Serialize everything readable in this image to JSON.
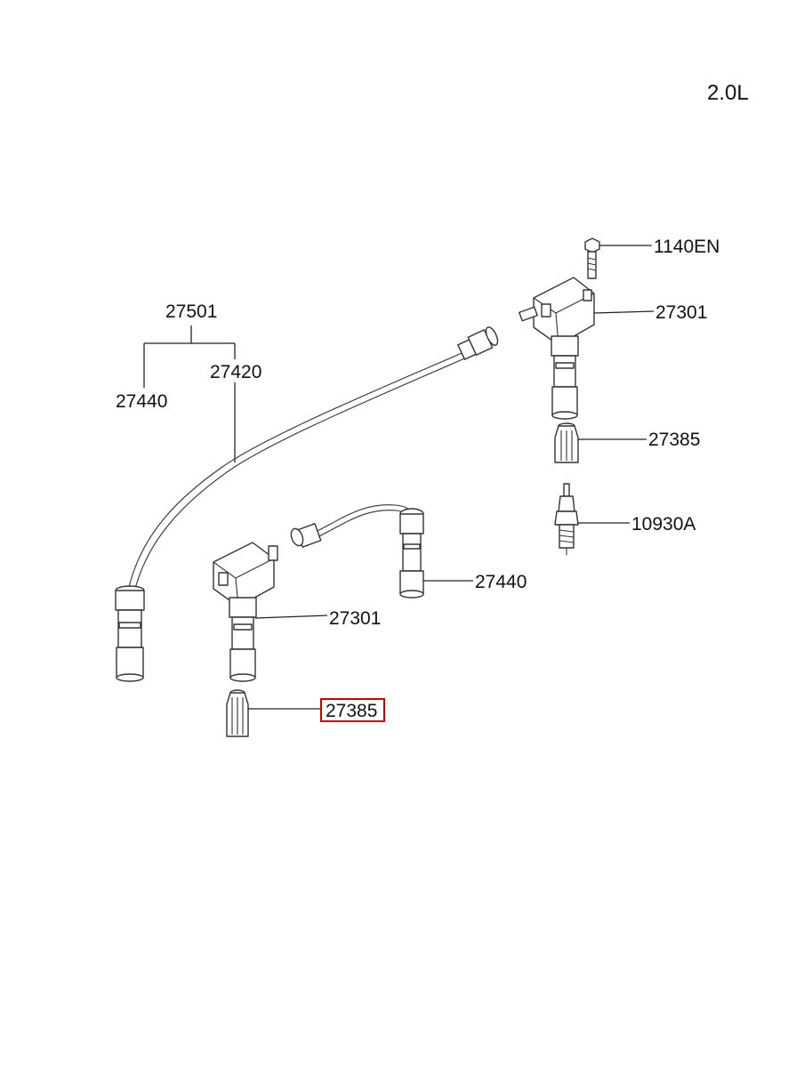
{
  "diagram": {
    "engine_label": "2.0L",
    "highlight_color": "#cc0000",
    "callouts": {
      "bolt": "1140EN",
      "coil_upper": "27301",
      "boot_upper": "27385",
      "spark_plug": "10930A",
      "cable_set": "27501",
      "cable_left": "27440",
      "cable_long": "27420",
      "cable_short": "27440",
      "coil_lower": "27301",
      "boot_lower": "27385"
    }
  }
}
